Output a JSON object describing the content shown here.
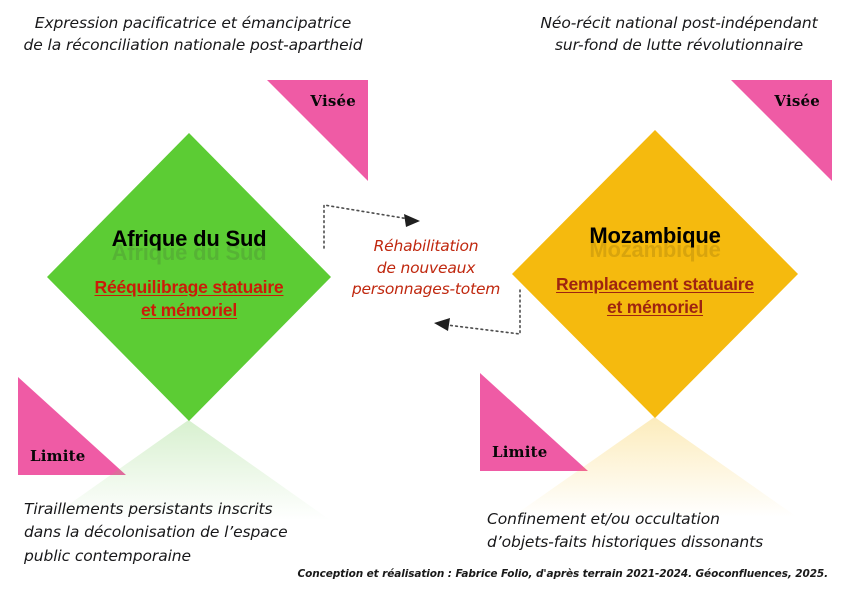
{
  "captions": {
    "top_left": "Expression pacificatrice et émancipatrice\nde la réconciliation nationale post-apartheid",
    "top_right": "Néo-récit national post-indépendant\nsur-fond de lutte révolutionnaire",
    "bottom_left": "Tiraillements persistants inscrits\ndans la décolonisation de l’espace\npublic contemporaine",
    "bottom_right": "Confinement et/ou occultation\nd’objets-faits historiques dissonants"
  },
  "left_node": {
    "country": "Afrique du Sud",
    "action": "Rééquilibrage statuaire\net mémoriel",
    "fill_color": "#5ccc34",
    "action_color": "#cc1b08"
  },
  "right_node": {
    "country": "Mozambique",
    "action": "Remplacement statuaire\net mémoriel",
    "fill_color": "#f5ba0e",
    "action_color": "#9e2410"
  },
  "markers": {
    "visee_left": "Visée",
    "visee_right": "Visée",
    "limite_left": "Limite",
    "limite_right": "Limite",
    "marker_color": "#ef5ba5"
  },
  "center": {
    "text": "Réhabilitation\nde nouveaux\npersonnages-totem",
    "color": "#c0280f"
  },
  "credit": "Conception et réalisation : Fabrice Folio, d'après terrain 2021-2024. Géoconfluences, 2025."
}
